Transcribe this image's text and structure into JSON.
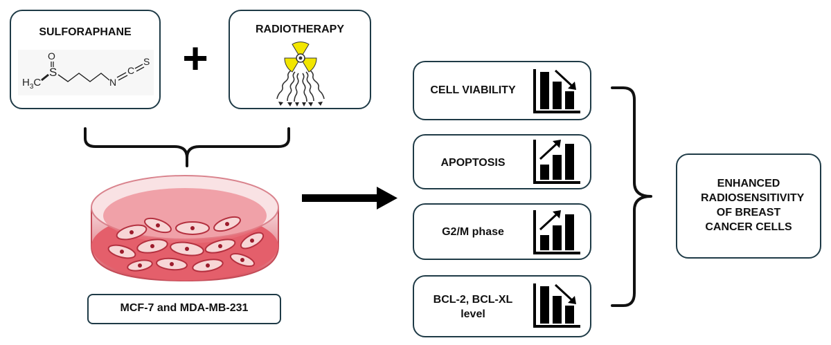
{
  "inputs": {
    "drug_label": "SULFORAPHANE",
    "radiation_label": "RADIOTHERAPY",
    "plus": "+"
  },
  "structure": {
    "methyl": "H",
    "methyl_sub": "3",
    "methyl_c": "C",
    "sulfur": "S",
    "oxygen": "O",
    "nitrogen": "N",
    "carbon": "C",
    "sulfur2": "S"
  },
  "cells": {
    "label": "MCF-7 and MDA-MB-231"
  },
  "outcomes": [
    {
      "label": "CELL VIABILITY",
      "trend": "down"
    },
    {
      "label": "APOPTOSIS",
      "trend": "up"
    },
    {
      "label": "G2/M phase",
      "trend": "up"
    },
    {
      "label": "BCL-2, BCL-XL level",
      "trend": "down"
    }
  ],
  "result": {
    "label": "ENHANCED RADIOSENSITIVITY OF BREAST CANCER CELLS"
  },
  "colors": {
    "border": "#1e3a46",
    "dish_medium": "#e8606b",
    "radiation_yellow": "#f2e600"
  }
}
